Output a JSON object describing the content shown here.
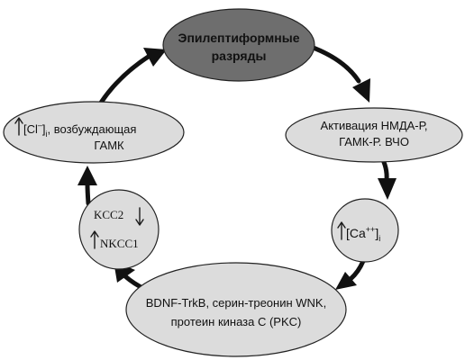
{
  "nodes": {
    "epileptiform": {
      "line1": "Эпилептиформные",
      "line2": "разряды"
    },
    "activation": {
      "line1": "Активация НМДА-Р,",
      "line2": "ГАМК-Р.  ВЧО"
    },
    "calcium": {
      "text": "[Ca",
      "charge": "++",
      "bracket": "]",
      "subscript": "i",
      "arrow_icon": "up-arrow-icon"
    },
    "bdnf": {
      "line1": "BDNF-TrkB, серин-треонин WNK,",
      "line2": "протеин киназа С (PKC)"
    },
    "transporters": {
      "kcc2": "KCC2",
      "kcc2_arrow_icon": "down-arrow-icon",
      "nkcc1": "NKCC1",
      "nkcc1_arrow_icon": "up-arrow-icon"
    },
    "chloride": {
      "text": "[Cl",
      "charge": "–",
      "bracket": "]",
      "subscript": "i",
      "rest_line1": ",  возбуждающая",
      "line2": "ГАМК",
      "arrow_icon": "up-arrow-icon"
    }
  },
  "colors": {
    "node_fill": "#dcdcdc",
    "highlight_node_fill": "#6e6e6e",
    "arrow": "#111111"
  }
}
